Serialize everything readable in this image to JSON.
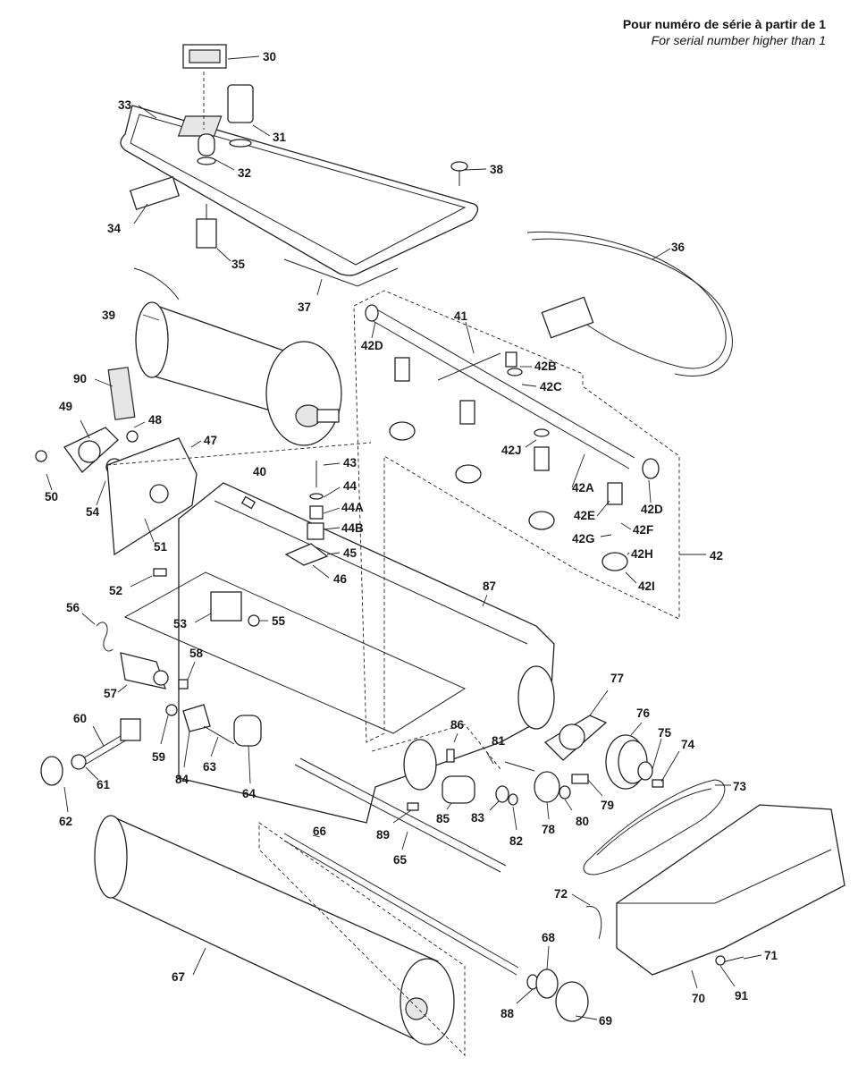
{
  "header": {
    "line_fr": "Pour numéro de série à partir de 1",
    "line_en": "For serial number higher than 1"
  },
  "labels": {
    "l30": "30",
    "l31": "31",
    "l32": "32",
    "l33": "33",
    "l34": "34",
    "l35": "35",
    "l36": "36",
    "l37": "37",
    "l38": "38",
    "l39": "39",
    "l40": "40",
    "l41": "41",
    "l42": "42",
    "l42A": "42A",
    "l42B": "42B",
    "l42C": "42C",
    "l42D1": "42D",
    "l42D2": "42D",
    "l42E": "42E",
    "l42F": "42F",
    "l42G": "42G",
    "l42H": "42H",
    "l42I": "42I",
    "l42J": "42J",
    "l43": "43",
    "l44": "44",
    "l44A": "44A",
    "l44B": "44B",
    "l45": "45",
    "l46": "46",
    "l47": "47",
    "l48": "48",
    "l49": "49",
    "l50": "50",
    "l51": "51",
    "l52": "52",
    "l53": "53",
    "l54": "54",
    "l55": "55",
    "l56": "56",
    "l57": "57",
    "l58": "58",
    "l59": "59",
    "l60": "60",
    "l61": "61",
    "l62": "62",
    "l63": "63",
    "l64": "64",
    "l65": "65",
    "l66": "66",
    "l67": "67",
    "l68": "68",
    "l69": "69",
    "l70": "70",
    "l71": "71",
    "l72": "72",
    "l73": "73",
    "l74": "74",
    "l75": "75",
    "l76": "76",
    "l77": "77",
    "l78": "78",
    "l79": "79",
    "l80": "80",
    "l81": "81",
    "l82": "82",
    "l83": "83",
    "l84": "84",
    "l85": "85",
    "l86": "86",
    "l87": "87",
    "l88": "88",
    "l89": "89",
    "l90": "90",
    "l91": "91"
  }
}
